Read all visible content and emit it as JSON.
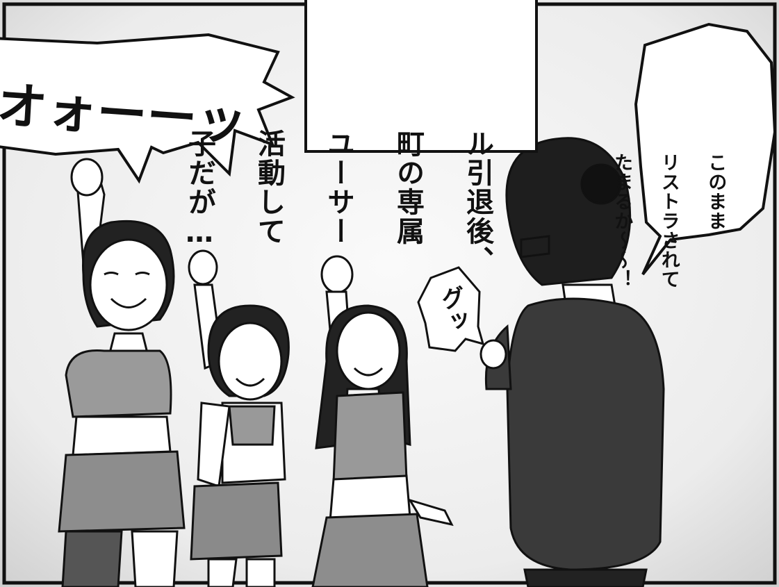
{
  "panel": {
    "caption": {
      "lines": [
        "ル引退後、",
        "町の専属",
        "ユーサー",
        "活動して",
        "子だが…"
      ]
    },
    "shout": {
      "text": "オォーーッ"
    },
    "sfx": {
      "text": "グッ"
    },
    "speech_right": {
      "lines": [
        "このまま",
        "リストラされて",
        "たまるか〜〜！"
      ]
    }
  }
}
